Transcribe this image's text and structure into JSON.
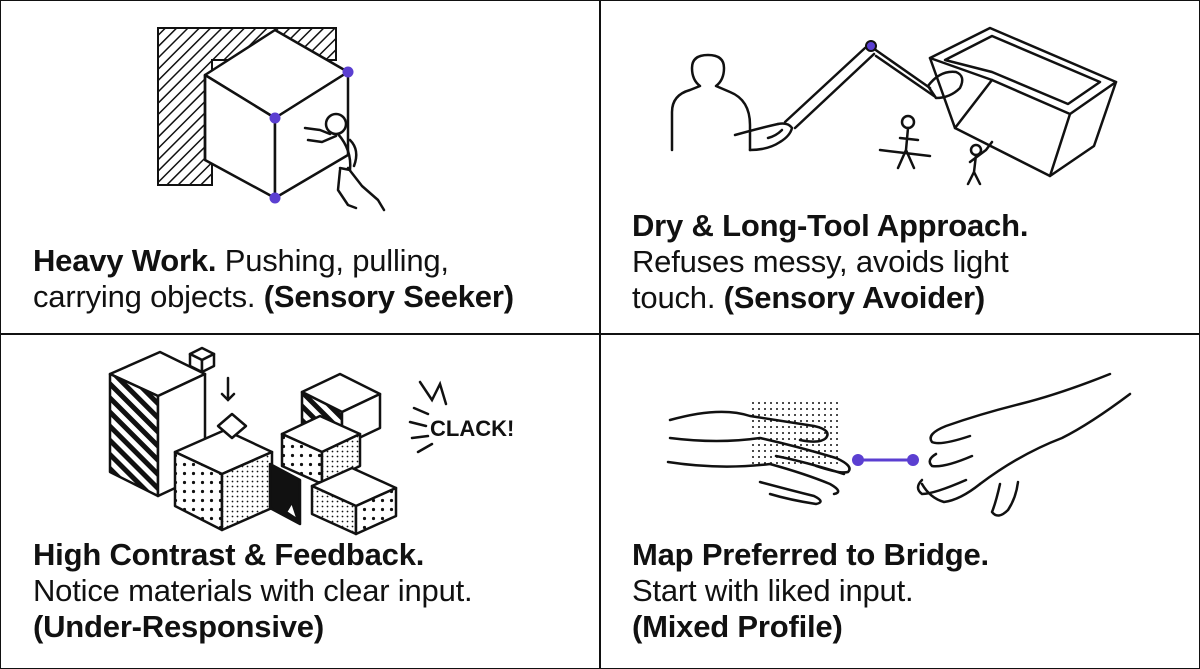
{
  "panels": [
    {
      "heading": "Heavy Work.",
      "line1_rest": " Pushing, pulling,",
      "line2": "carrying objects. ",
      "tag": "(Sensory Seeker)"
    },
    {
      "heading": "Dry & Long-Tool Approach.",
      "line2": "Refuses messy, avoids light",
      "line3": "touch. ",
      "tag": "(Sensory Avoider)"
    },
    {
      "heading": "High Contrast & Feedback.",
      "line2": "Notice materials with clear input.",
      "tag": "(Under-Responsive)"
    },
    {
      "heading": "Map Preferred to Bridge.",
      "line2": "Start with liked input.",
      "tag": "(Mixed Profile)"
    }
  ],
  "sound_effect": "CLACK!",
  "colors": {
    "accent": "#5b3fd1",
    "ink": "#111111",
    "background": "#ffffff"
  },
  "icons": [
    "cube-push-icon",
    "long-tool-bin-icon",
    "blocks-contrast-icon",
    "hands-bridge-icon"
  ]
}
